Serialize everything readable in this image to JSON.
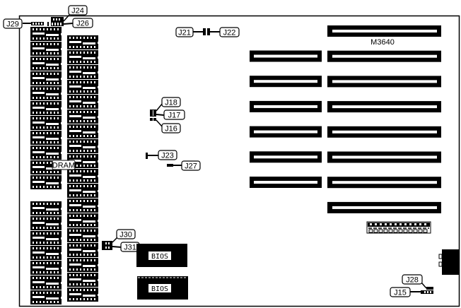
{
  "board": {
    "model_label": "M3640",
    "dram_label": "DRAM",
    "bios_labels": [
      "BIOS",
      "BIOS"
    ]
  },
  "jumpers": [
    {
      "id": "J29",
      "label": "J29"
    },
    {
      "id": "J24",
      "label": "J24"
    },
    {
      "id": "J26",
      "label": "J26"
    },
    {
      "id": "J21",
      "label": "J21"
    },
    {
      "id": "J22",
      "label": "J22"
    },
    {
      "id": "J18",
      "label": "J18"
    },
    {
      "id": "J17",
      "label": "J17"
    },
    {
      "id": "J16",
      "label": "J16"
    },
    {
      "id": "J23",
      "label": "J23"
    },
    {
      "id": "J27",
      "label": "J27"
    },
    {
      "id": "J30",
      "label": "J30"
    },
    {
      "id": "J31",
      "label": "J31"
    },
    {
      "id": "J28",
      "label": "J28"
    },
    {
      "id": "J15",
      "label": "J15"
    }
  ],
  "slots": {
    "long_count": 8,
    "short_count": 6
  },
  "dram": {
    "left_upper_count": 11,
    "left_lower_count": 7,
    "right_count": 18
  },
  "colors": {
    "ink": "#000000",
    "paper": "#ffffff"
  }
}
